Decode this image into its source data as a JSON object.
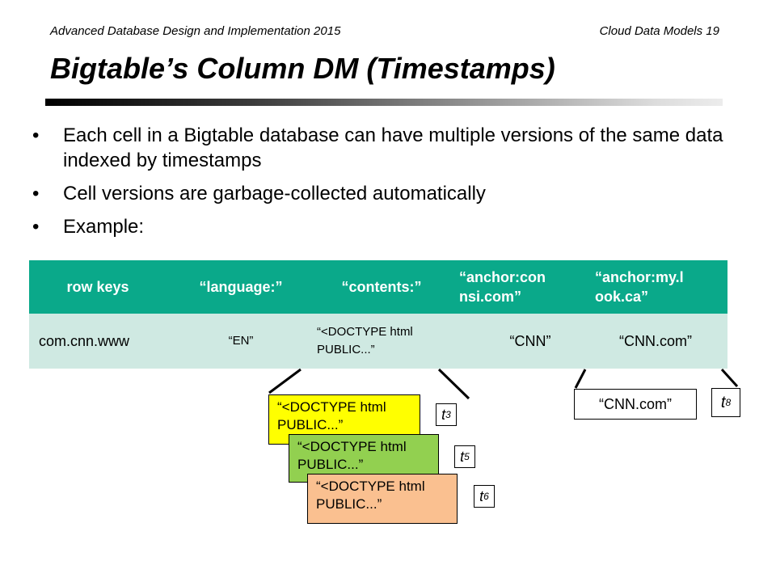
{
  "header": {
    "left": "Advanced Database Design and Implementation 2015",
    "right": "Cloud Data Models 19"
  },
  "title": "Bigtable’s Column DM (Timestamps)",
  "bullets": [
    "Each cell in a Bigtable database can have multiple versions of the same data indexed by timestamps",
    "Cell versions are garbage-collected automatically",
    "Example:"
  ],
  "table": {
    "headers": [
      "row keys",
      "“language:”",
      "“contents:”",
      "“anchor:con nsi.com”",
      "“anchor:my.l ook.ca”"
    ],
    "row": [
      "com.cnn.www",
      "“EN”",
      "“<DOCTYPE html PUBLIC...”",
      "“CNN”",
      "“CNN.com”"
    ]
  },
  "versions": {
    "contents": [
      {
        "text": "“<DOCTYPE html PUBLIC...”",
        "t": "t",
        "sub": "3",
        "color": "#ffff00"
      },
      {
        "text": "“<DOCTYPE html PUBLIC...”",
        "t": "t",
        "sub": "5",
        "color": "#92d050"
      },
      {
        "text": "“<DOCTYPE html PUBLIC...”",
        "t": "t",
        "sub": "6",
        "color": "#fac090"
      }
    ],
    "anchor": {
      "text": "“CNN.com”",
      "t": "t",
      "sub": "8"
    }
  }
}
